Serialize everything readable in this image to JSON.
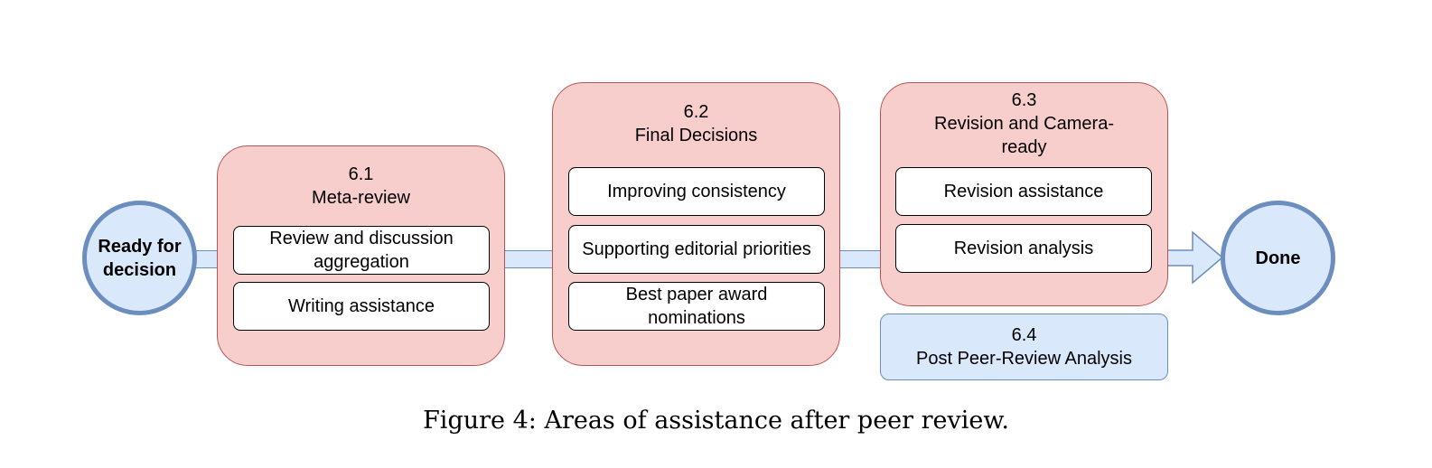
{
  "start_node": {
    "label": "Ready for decision"
  },
  "end_node": {
    "label": "Done"
  },
  "stages": [
    {
      "number": "6.1",
      "title": "Meta-review",
      "items": [
        "Review and discussion aggregation",
        "Writing assistance"
      ]
    },
    {
      "number": "6.2",
      "title": "Final Decisions",
      "items": [
        "Improving consistency",
        "Supporting editorial priorities",
        "Best paper award nominations"
      ]
    },
    {
      "number": "6.3",
      "title": "Revision and Camera-ready",
      "items": [
        "Revision assistance",
        "Revision analysis"
      ]
    }
  ],
  "post_box": {
    "number": "6.4",
    "title": "Post Peer-Review Analysis"
  },
  "caption": "Figure 4: Areas of assistance after peer review.",
  "colors": {
    "blue_fill": "#dae8fc",
    "blue_stroke": "#6c8ebf",
    "red_fill": "#f8cecc",
    "red_stroke": "#b85450"
  }
}
